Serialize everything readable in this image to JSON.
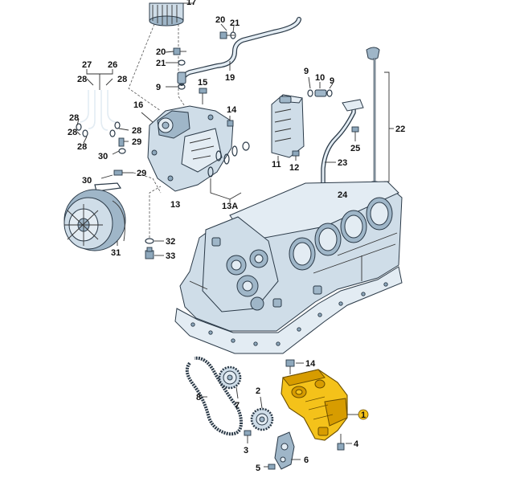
{
  "callouts": {
    "c1": "1",
    "c2": "2",
    "c3": "3",
    "c4": "4",
    "c5": "5",
    "c6": "6",
    "c7": "7",
    "c8": "8",
    "c9a": "9",
    "c9b": "9",
    "c9c": "9",
    "c10": "10",
    "c11": "11",
    "c12": "12",
    "c13": "13",
    "c13a": "13A",
    "c14a": "14",
    "c14b": "14",
    "c15": "15",
    "c16": "16",
    "c17": "17",
    "c19": "19",
    "c20a": "20",
    "c20b": "20",
    "c21a": "21",
    "c21b": "21",
    "c22": "22",
    "c23": "23",
    "c24": "24",
    "c25": "25",
    "c26": "26",
    "c27": "27",
    "c28a": "28",
    "c28b": "28",
    "c28c": "28",
    "c28d": "28",
    "c28e": "28",
    "c28f": "28",
    "c29a": "29",
    "c29b": "29",
    "c30a": "30",
    "c30b": "30",
    "c31": "31",
    "c32": "32",
    "c33": "33"
  },
  "colors": {
    "highlight": "#f4c21a",
    "part_fill": "#cfdde8",
    "outline": "#2b3a48"
  }
}
